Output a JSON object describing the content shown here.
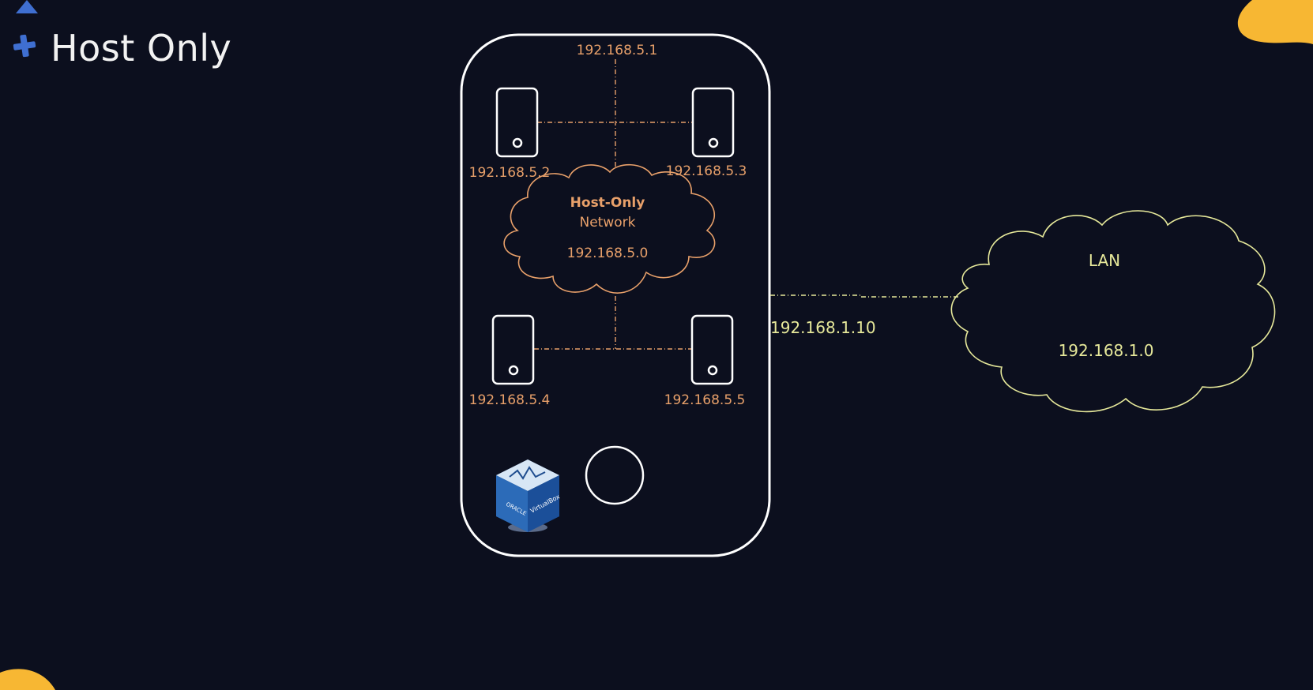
{
  "slide": {
    "title": "Host Only"
  },
  "host": {
    "gateway_ip": "192.168.5.1",
    "vms": [
      {
        "ip": "192.168.5.2"
      },
      {
        "ip": "192.168.5.3"
      },
      {
        "ip": "192.168.5.4"
      },
      {
        "ip": "192.168.5.5"
      }
    ],
    "network": {
      "name_line1": "Host-Only",
      "name_line2": "Network",
      "subnet": "192.168.5.0"
    },
    "external_ip": "192.168.1.10",
    "vbox_logo_text": [
      "ORACLE",
      "VirtualBox"
    ]
  },
  "lan": {
    "label": "LAN",
    "subnet": "192.168.1.0"
  },
  "colors": {
    "background": "#0c0f1e",
    "host_outline": "#ffffff",
    "host_network": "#e8a06a",
    "lan": "#e6e89a",
    "accent_yellow": "#f7b733",
    "accent_blue": "#3f6fd1"
  }
}
